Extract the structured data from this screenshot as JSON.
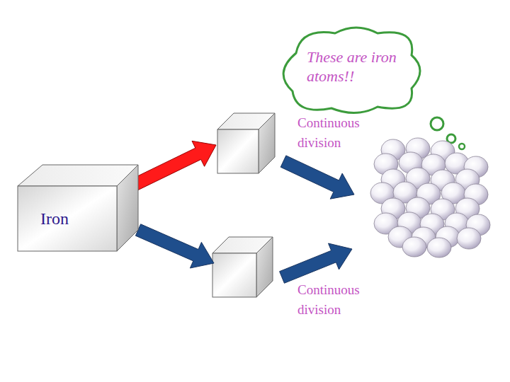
{
  "diagram": {
    "nodes": [
      {
        "text": [
          "These are iron atoms!!"
        ]
      },
      {
        "text": [
          "Iron"
        ]
      }
    ],
    "labels": [
      "Continuous division",
      "Continuous division"
    ]
  }
}
